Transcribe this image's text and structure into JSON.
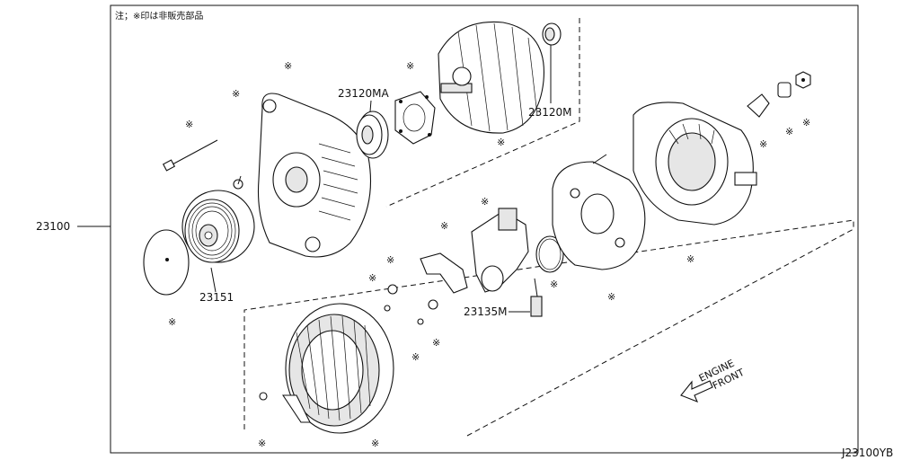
{
  "note": "注；※印は非販売部品",
  "labels": {
    "assembly": "23100",
    "pulley": "23151",
    "bearing_retainer": "23120MA",
    "rotor": "23120M",
    "brush": "23135M"
  },
  "asterisk": "※",
  "direction": {
    "line1": "ENGINE",
    "line2": "FRONT"
  },
  "diagram_code": "J23100YB"
}
